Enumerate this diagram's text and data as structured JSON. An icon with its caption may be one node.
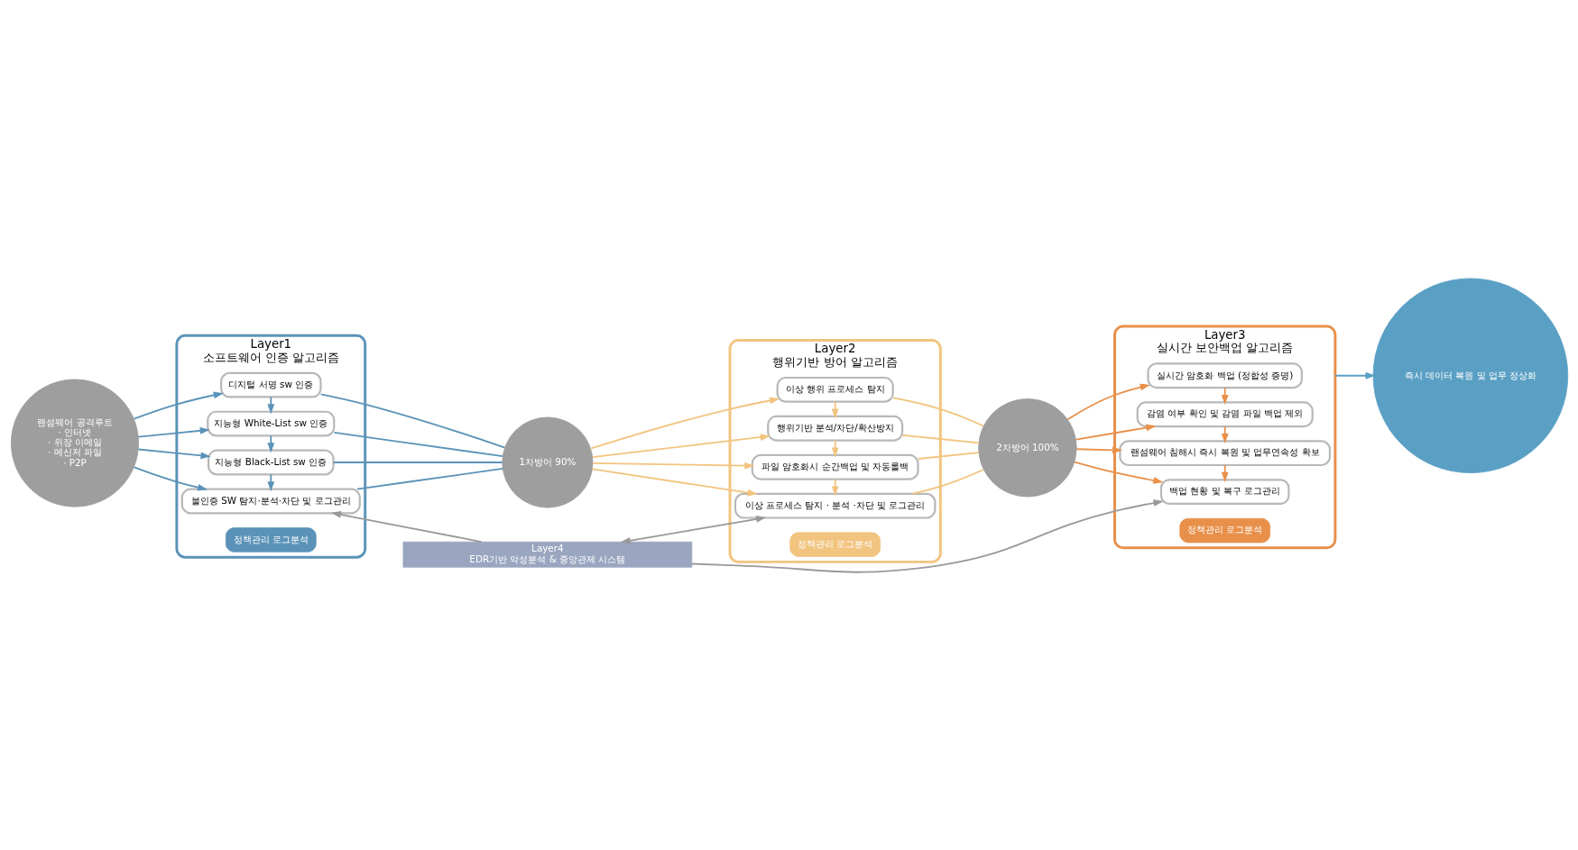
{
  "diagram": {
    "nodes": [
      {
        "text": [
          "랜섬웨어 공격루트",
          "· 인터넷",
          "· 위장 이메일",
          "· 메신저 파일",
          "· P2P"
        ]
      },
      {
        "text": [
          "Layer1",
          "소프트웨어 인증 알고리즘"
        ]
      },
      {
        "text": [
          "디지털 서명 sw 인증"
        ],
        "in": 1
      },
      {
        "text": [
          "지능형 White-List sw 인증"
        ],
        "in": 1
      },
      {
        "text": [
          "지능형 Black-List sw 인증"
        ],
        "in": 1
      },
      {
        "text": [
          "불인증 SW 탐지·분석·차단 및 로그관리"
        ],
        "in": 1
      },
      {
        "text": [
          "정책관리 로그분석"
        ],
        "in": 1
      },
      {
        "text": [
          "1차방어 90%"
        ]
      },
      {
        "text": [
          "Layer2",
          "행위기반 방어 알고리즘"
        ]
      },
      {
        "text": [
          "이상 행위 프로세스 탐지"
        ],
        "in": 8
      },
      {
        "text": [
          "행위기반 분석/차단/확산방지"
        ],
        "in": 8
      },
      {
        "text": [
          "파일 암호화시 순간백업 및 자동롤백"
        ],
        "in": 8
      },
      {
        "text": [
          "이상 프로세스 탐지 · 분석 ·차단 및 로그관리"
        ],
        "in": 8
      },
      {
        "text": [
          "정책관리 로그분석"
        ],
        "in": 8
      },
      {
        "text": [
          "2차방어 100%"
        ]
      },
      {
        "text": [
          "Layer3",
          "실시간 보안백업 알고리즘"
        ]
      },
      {
        "text": [
          "실시간 암호화 백업 (정합성 증명)"
        ],
        "in": 15
      },
      {
        "text": [
          "감염 여부 확인 및 감염 파일 백업 제외"
        ],
        "in": 15
      },
      {
        "text": [
          "랜섬웨어 침해시 즉시 복원 및 업무연속성 확보"
        ],
        "in": 15
      },
      {
        "text": [
          "백업 현황 및 복구 로그관리"
        ],
        "in": 15
      },
      {
        "text": [
          "정책관리 로그분석"
        ],
        "in": 15
      },
      {
        "text": [
          "즉시 데이터 복원 및 업무 정상화"
        ]
      },
      {
        "text": [
          "Layer4",
          "EDR기반 악성분석 & 중앙관제 시스템"
        ]
      }
    ],
    "edges": [
      {
        "from": 0,
        "to": 2,
        "arrow": "to",
        "color": "#5b93b8"
      },
      {
        "from": 0,
        "to": 3,
        "arrow": "to",
        "color": "#5b93b8"
      },
      {
        "from": 0,
        "to": 4,
        "arrow": "to",
        "color": "#5b93b8"
      },
      {
        "from": 0,
        "to": 5,
        "arrow": "to",
        "color": "#5b93b8"
      },
      {
        "from": 2,
        "to": 3,
        "arrow": "to",
        "color": "#5b93b8"
      },
      {
        "from": 3,
        "to": 4,
        "arrow": "to",
        "color": "#5b93b8"
      },
      {
        "from": 4,
        "to": 5,
        "arrow": "to",
        "color": "#5b93b8"
      },
      {
        "from": 2,
        "to": 7,
        "arrow": "none",
        "color": "#5b93b8"
      },
      {
        "from": 3,
        "to": 7,
        "arrow": "none",
        "color": "#5b93b8"
      },
      {
        "from": 4,
        "to": 7,
        "arrow": "none",
        "color": "#5b93b8"
      },
      {
        "from": 5,
        "to": 7,
        "arrow": "none",
        "color": "#5b93b8"
      },
      {
        "from": 22,
        "to": 5,
        "arrow": "to"
      },
      {
        "from": 7,
        "to": 9,
        "arrow": "to",
        "color": "#f2c47f"
      },
      {
        "from": 7,
        "to": 10,
        "arrow": "to",
        "color": "#f2c47f"
      },
      {
        "from": 7,
        "to": 11,
        "arrow": "to",
        "color": "#f2c47f"
      },
      {
        "from": 7,
        "to": 12,
        "arrow": "to",
        "color": "#f2c47f"
      },
      {
        "from": 9,
        "to": 10,
        "arrow": "to",
        "color": "#f2c47f"
      },
      {
        "from": 10,
        "to": 11,
        "arrow": "to",
        "color": "#f2c47f"
      },
      {
        "from": 11,
        "to": 12,
        "arrow": "to",
        "color": "#f2c47f"
      },
      {
        "from": 9,
        "to": 14,
        "arrow": "none",
        "color": "#f2c47f"
      },
      {
        "from": 10,
        "to": 14,
        "arrow": "none",
        "color": "#f2c47f"
      },
      {
        "from": 11,
        "to": 14,
        "arrow": "none",
        "color": "#f2c47f"
      },
      {
        "from": 12,
        "to": 14,
        "arrow": "none",
        "color": "#f2c47f"
      },
      {
        "from": 22,
        "to": 12,
        "arrow": "both"
      },
      {
        "from": 14,
        "to": 16,
        "arrow": "to",
        "color": "#e8904a"
      },
      {
        "from": 14,
        "to": 17,
        "arrow": "to",
        "color": "#e8904a"
      },
      {
        "from": 14,
        "to": 18,
        "arrow": "to",
        "color": "#e8904a"
      },
      {
        "from": 14,
        "to": 19,
        "arrow": "to",
        "color": "#e8904a"
      },
      {
        "from": 16,
        "to": 17,
        "arrow": "to",
        "color": "#e8904a"
      },
      {
        "from": 17,
        "to": 18,
        "arrow": "to",
        "color": "#e8904a"
      },
      {
        "from": 18,
        "to": 19,
        "arrow": "to",
        "color": "#e8904a"
      },
      {
        "from": 22,
        "to": 19,
        "arrow": "to"
      },
      {
        "from": 15,
        "to": 21,
        "arrow": "to",
        "color": "#5a9fc4"
      }
    ]
  }
}
